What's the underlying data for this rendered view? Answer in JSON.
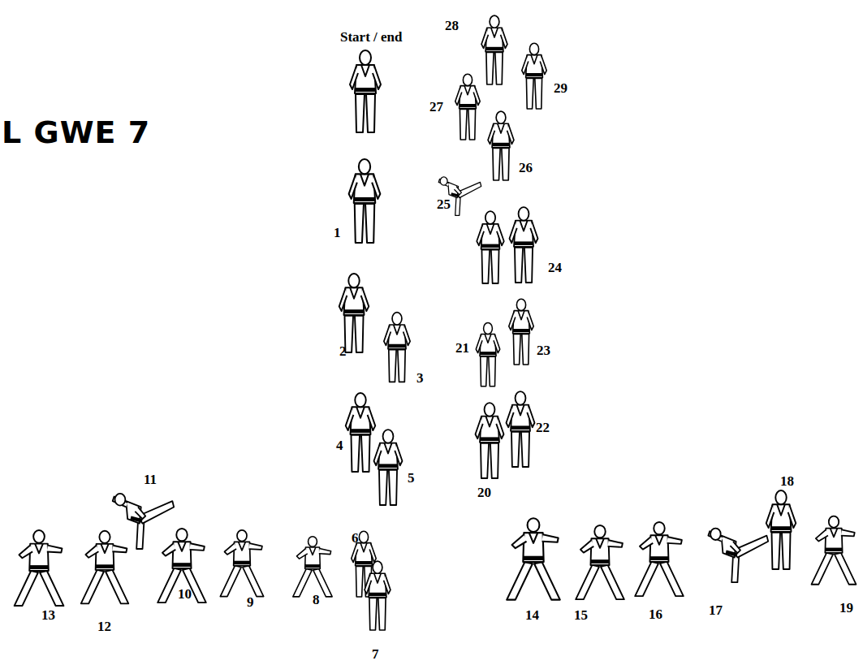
{
  "diagram": {
    "title": "L GWE 7",
    "labels": [
      "Start / end",
      "1",
      "2",
      "3",
      "4",
      "5",
      "6",
      "7",
      "8",
      "9",
      "10",
      "11",
      "12",
      "13",
      "14",
      "15",
      "16",
      "17",
      "18",
      "19",
      "20",
      "21",
      "22",
      "23",
      "24",
      "25",
      "26",
      "27",
      "28",
      "29"
    ]
  }
}
